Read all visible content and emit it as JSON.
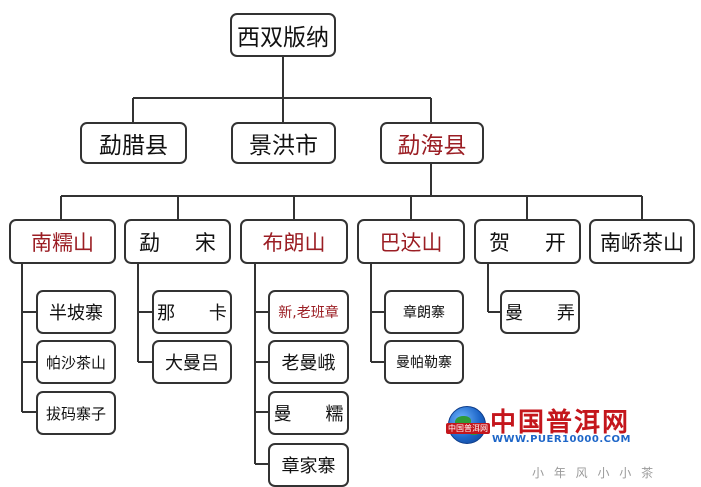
{
  "root": {
    "label": "西双版纳"
  },
  "level1": [
    {
      "label": "勐腊县"
    },
    {
      "label": "景洪市"
    },
    {
      "label": "勐海县"
    }
  ],
  "mountains": [
    {
      "label": "南糯山"
    },
    {
      "label": "勐 宋"
    },
    {
      "label": "布朗山"
    },
    {
      "label": "巴达山"
    },
    {
      "label": "贺 开"
    },
    {
      "label": "南峤茶山"
    }
  ],
  "villages": {
    "nannuo": [
      {
        "label": "半坡寨"
      },
      {
        "label": "帕沙茶山"
      },
      {
        "label": "拔码寨子"
      }
    ],
    "mengsong": [
      {
        "label": "那 卡"
      },
      {
        "label": "大曼吕"
      }
    ],
    "bulang": [
      {
        "label": "新,老班章"
      },
      {
        "label": "老曼峨"
      },
      {
        "label": "曼 糯"
      },
      {
        "label": "章家寨"
      }
    ],
    "bada": [
      {
        "label": "章朗寨"
      },
      {
        "label": "曼帕勒寨"
      }
    ],
    "hekai": [
      {
        "label": "曼 弄"
      }
    ]
  },
  "colors": {
    "highlight": "#9b1e24",
    "line": "#333333",
    "logo_red": "#c4161c",
    "logo_blue": "#1e66c8"
  },
  "watermark": {
    "badge": "中国普洱网",
    "title": "中国普洱网",
    "url": "WWW.PUER10000.COM",
    "icon": "globe-icon"
  },
  "caption": "小 年 风 小 小 茶"
}
